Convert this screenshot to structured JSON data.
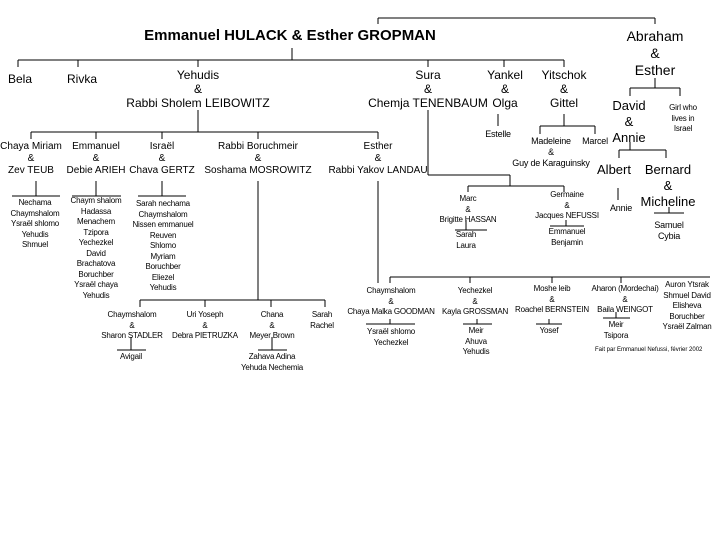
{
  "title": "Emmanuel HULACK & Esther GROPMAN",
  "gen1": {
    "bela": "Bela",
    "rivka": "Rivka",
    "yehudis": [
      "Yehudis",
      "&",
      "Rabbi Sholem LEIBOWITZ"
    ],
    "sura": [
      "Sura",
      "&",
      "Chemja TENENBAUM"
    ],
    "yankel": [
      "Yankel",
      "&",
      "Olga"
    ],
    "yitschok": [
      "Yitschok",
      "&",
      "Gittel"
    ],
    "abraham": [
      "Abraham",
      "&",
      "Esther"
    ]
  },
  "leibowitz_children": [
    [
      "Chaya Miriam",
      "&",
      "Zev TEUB"
    ],
    [
      "Emmanuel",
      "&",
      "Debie ARIEH"
    ],
    [
      "Israël",
      "&",
      "Chava GERTZ"
    ],
    [
      "Rabbi Boruchmeir",
      "&",
      "Soshama MOSROWITZ"
    ],
    [
      "Esther",
      "&",
      "Rabbi Yakov LANDAU"
    ]
  ],
  "teub_children": [
    "Nechama",
    "Chaymshalom",
    "Ysraël shlomo",
    "Yehudis",
    "Shmuel"
  ],
  "arieh_children": [
    "Chaym shalom",
    "Hadassa",
    "Menachem",
    "Tzipora",
    "Yechezkel",
    "David",
    "Brachatova",
    "Boruchber",
    "Ysraël chaya",
    "Yehudis"
  ],
  "gertz_children": [
    "Sarah nechama",
    "Chaymshalom",
    "Nissen emmanuel",
    "Reuven",
    "Shlomo",
    "Myriam",
    "Boruchber",
    "Eliezel",
    "Yehudis"
  ],
  "mosrowitz_children": [
    [
      "Chaymshalom",
      "&",
      "Sharon STADLER"
    ],
    [
      "Uri Yoseph",
      "&",
      "Debra PIETRUZKA"
    ],
    [
      "Chana",
      "&",
      "Meyer Brown"
    ],
    [
      "Sarah",
      "Rachel"
    ]
  ],
  "stadler_children": [
    "Avigail"
  ],
  "brown_children": [
    "Zahava Adina",
    "Yehuda Nechemia"
  ],
  "landau_children": [
    [
      "Chaymshalom",
      "&",
      "Chaya Malka GOODMAN"
    ],
    [
      "Yechezkel",
      "&",
      "Kayla GROSSMAN"
    ],
    [
      "Moshe leib",
      "&",
      "Roachel BERNSTEIN"
    ],
    [
      "Aharon (Mordechai)",
      "&",
      "Baila WEINGOT"
    ],
    [
      "Auron Ytsrak",
      "Shmuel David",
      "Elisheva",
      "Boruchber",
      "Ysraël Zalman"
    ]
  ],
  "goodman_children": [
    "Ysraël shlomo",
    "Yechezkel"
  ],
  "grossman_children": [
    "Meir",
    "Ahuva",
    "Yehudis"
  ],
  "bernstein_children": [
    "Yosef"
  ],
  "weingot_children": [
    "Meir",
    "Tsipora"
  ],
  "tenenbaum_children": [
    [
      "Marc",
      "&",
      "Brigitte HASSAN"
    ],
    [
      "Germaine",
      "&",
      "Jacques NEFUSSI"
    ]
  ],
  "hassan_children": [
    "Sarah",
    "Laura"
  ],
  "nefussi_children": [
    "Emmanuel",
    "Benjamin"
  ],
  "olga_children": [
    "Estelle"
  ],
  "gittel_children": {
    "madeleine": [
      "Madeleine",
      "&",
      "Guy de Karaguinsky"
    ],
    "marcel": "Marcel"
  },
  "abraham_children": {
    "david": [
      "David",
      "&",
      "Annie"
    ],
    "girl": [
      "Girl who",
      "lives in",
      "Israel"
    ]
  },
  "david_children": {
    "albert": "Albert",
    "bernard": [
      "Bernard",
      "&",
      "Micheline"
    ]
  },
  "albert_children": [
    "Annie"
  ],
  "micheline_children": [
    "Samuel",
    "Cybia"
  ],
  "footer": "Fait par Emmanuel Nefussi, février 2002"
}
